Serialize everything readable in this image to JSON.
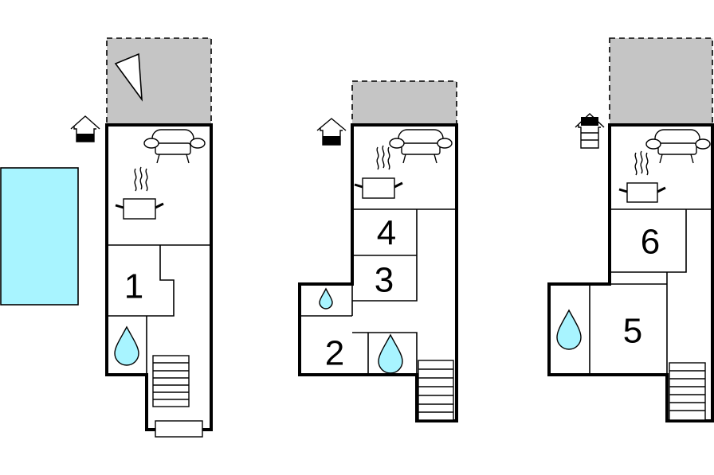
{
  "plans": [
    {
      "id": "plan-a",
      "rooms": [
        "1"
      ]
    },
    {
      "id": "plan-b",
      "rooms": [
        "4",
        "3",
        "2"
      ]
    },
    {
      "id": "plan-c",
      "rooms": [
        "6",
        "5"
      ]
    }
  ],
  "colors": {
    "water": "#a8f4ff",
    "terrace": "#c5c5c5",
    "wall": "#000000"
  },
  "icons": [
    "house-floor-icon",
    "sofa-icon",
    "cooking-pot-icon",
    "water-drop-icon",
    "staircase-icon",
    "compass-icon"
  ]
}
